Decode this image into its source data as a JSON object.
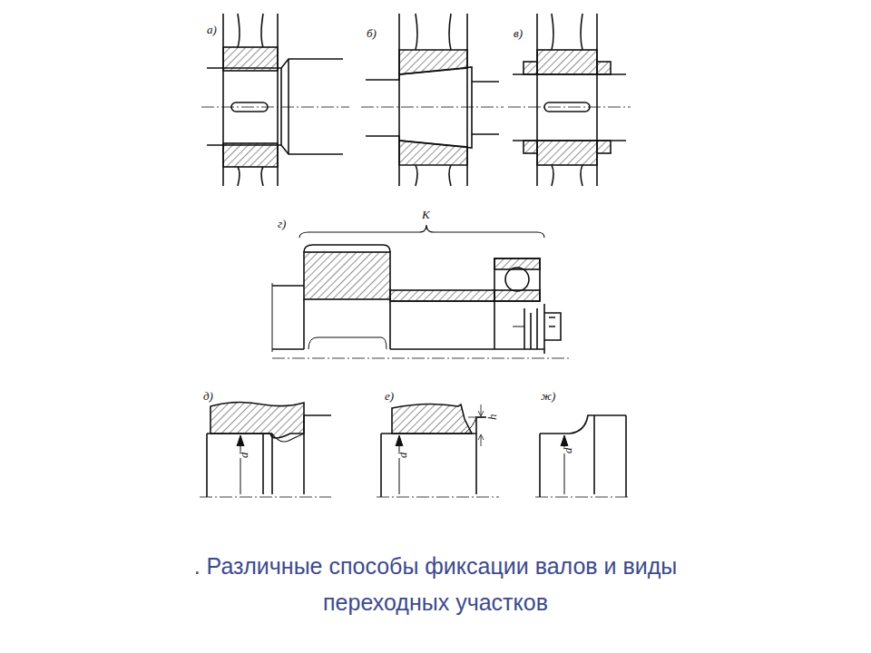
{
  "diagram": {
    "caption": ". Различные способы фиксации валов и виды переходных участков",
    "labels": [
      "а)",
      "б)",
      "в)",
      "г)",
      "К",
      "д)",
      "е)",
      "ж)",
      "d",
      "d",
      "d",
      "h"
    ]
  }
}
